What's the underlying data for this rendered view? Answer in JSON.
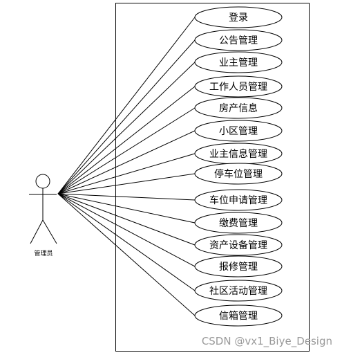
{
  "actor": {
    "label": "管理员",
    "icon": "stick-figure-actor-icon"
  },
  "use_cases": [
    {
      "label": "登录"
    },
    {
      "label": "公告管理"
    },
    {
      "label": "业主管理"
    },
    {
      "label": "工作人员管理"
    },
    {
      "label": "房产信息"
    },
    {
      "label": "小区管理"
    },
    {
      "label": "业主信息管理"
    },
    {
      "label": "停车位管理"
    },
    {
      "label": "车位申请管理"
    },
    {
      "label": "缴费管理"
    },
    {
      "label": "资产设备管理"
    },
    {
      "label": "报修管理"
    },
    {
      "label": "社区活动管理"
    },
    {
      "label": "信箱管理"
    }
  ],
  "watermark": "CSDN @vx1_Biye_Design",
  "colors": {
    "stroke": "#000000",
    "background": "#ffffff",
    "watermark": "#9a9a9a"
  }
}
